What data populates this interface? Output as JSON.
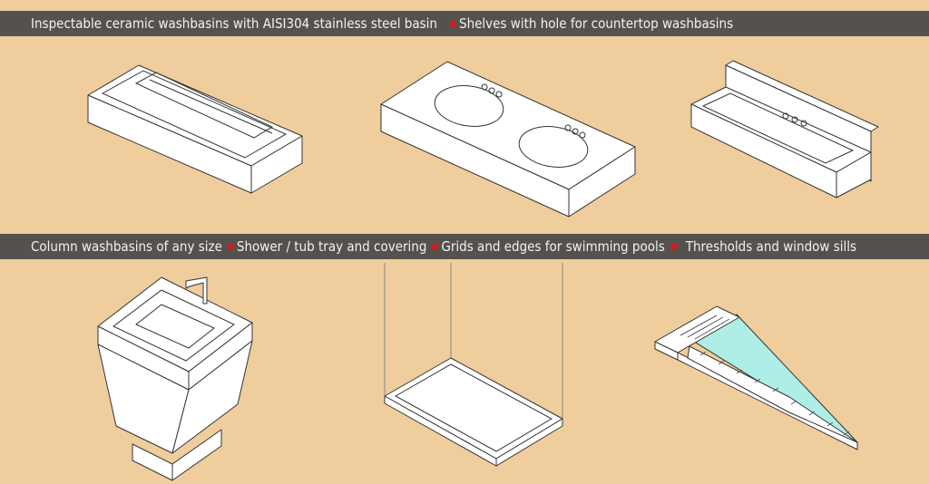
{
  "top_band": {
    "items": [
      "Inspectable ceramic washbasins with AISI304 stainless steel basin",
      "Shelves with hole for countertop washbasins"
    ]
  },
  "bottom_band": {
    "items": [
      "Column washbasins of any size",
      "Shower / tub tray and covering",
      "Grids and edges for swimming pools",
      "Thresholds and window sills"
    ]
  },
  "colors": {
    "background": "#efcd9c",
    "band": "#55524e",
    "bullet": "#e5141b",
    "glass": "#aeeee6"
  }
}
